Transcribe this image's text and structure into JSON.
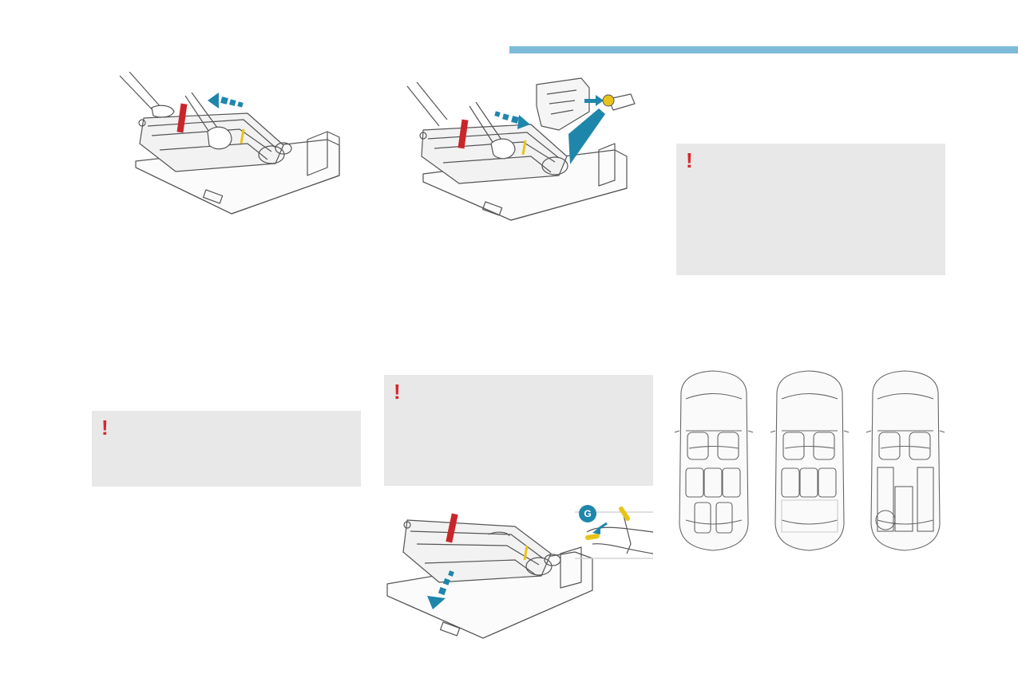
{
  "colors": {
    "header_rule": "#7cbcd9",
    "warning_mark": "#d8262c",
    "warning_box": "#e8e8e8",
    "arrow_blue": "#1f86ab",
    "strap_red": "#c9262c",
    "accent_yellow": "#e9c31a",
    "line_art": "#555555"
  },
  "warnings": [
    {
      "mark": "!"
    },
    {
      "mark": "!"
    },
    {
      "mark": "!"
    }
  ],
  "illustrations": {
    "seat_removal_step1": {
      "icon": "seat-pull-left-illustration"
    },
    "seat_removal_step2": {
      "icon": "seat-slide-anchor-illustration"
    },
    "seat_removal_step3": {
      "icon": "seat-slide-down-illustration",
      "callout_letter": "G"
    },
    "seating_configurations": {
      "icon": "vehicle-layouts-illustration"
    }
  }
}
